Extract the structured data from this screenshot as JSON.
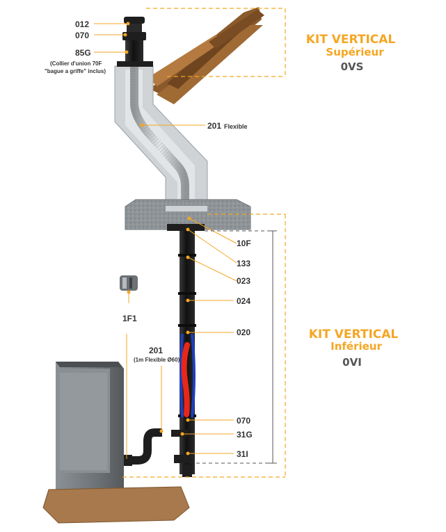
{
  "colors": {
    "accent": "#f5a623",
    "pipe_black": "#1e1e1e",
    "casing": "#cfd3d6",
    "flexible": "#b9bcbf",
    "slab": "#8e9498",
    "roof": "#8b5a2b",
    "stove": "#6f7478",
    "base": "#a8794c",
    "hot": "#e8271a",
    "cold": "#1f3fbf"
  },
  "kits": {
    "upper": {
      "line1": "KIT VERTICAL",
      "line2": "Supérieur",
      "code": "0VS"
    },
    "lower": {
      "line1": "KIT VERTICAL",
      "line2": "Inférieur",
      "code": "0VI"
    }
  },
  "labels": {
    "p012": "012",
    "p070_top": "070",
    "p85g": "85G",
    "p85g_note1": "(Collier d'union 70F",
    "p85g_note2": "\"bague a griffe\" inclus)",
    "p201_num": "201",
    "p201_word": "Flexible",
    "p10f": "10F",
    "p133": "133",
    "p023": "023",
    "p024": "024",
    "p020": "020",
    "p070_bottom": "070",
    "p31g": "31G",
    "p31i": "31I",
    "p1f1": "1F1",
    "p201b": "201",
    "p201b_note": "(1m Flexible Ø60)"
  }
}
